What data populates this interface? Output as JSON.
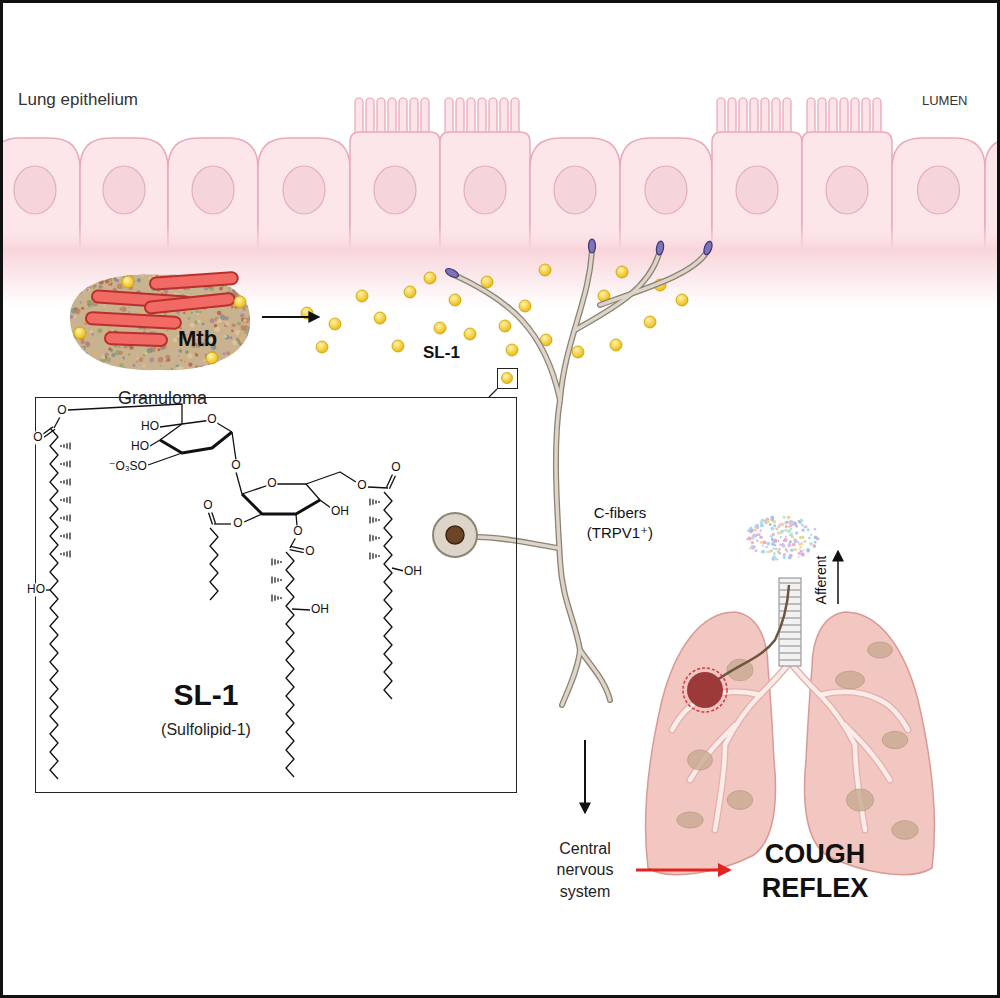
{
  "diagram": {
    "nodes": [
      {
        "text": [
          "Lung epithelium",
          "LUMEN"
        ]
      },
      {
        "text": [
          "Mtb",
          "Granuloma"
        ]
      },
      {
        "text": [
          "SL-1"
        ]
      },
      {
        "text": [
          "SL-1",
          "(Sulfolipid-1)"
        ]
      },
      {
        "text": [
          "Central nervous system"
        ]
      },
      {
        "text": [
          "COUGH REFLEX"
        ]
      }
    ],
    "edges": [
      {
        "from": 2,
        "to": 3,
        "arrow": "none"
      },
      {
        "from": 4,
        "to": 5,
        "arrow": "to"
      }
    ],
    "labels": [
      "C-fibers (TRPV1⁺)",
      "Afferent",
      "HO",
      "HO",
      "⁻O₃SO",
      "O",
      "O",
      "O",
      "O",
      "HO",
      "O",
      "OH",
      "O",
      "O",
      "O",
      "O",
      "OH",
      "O",
      "O",
      "OH"
    ]
  }
}
